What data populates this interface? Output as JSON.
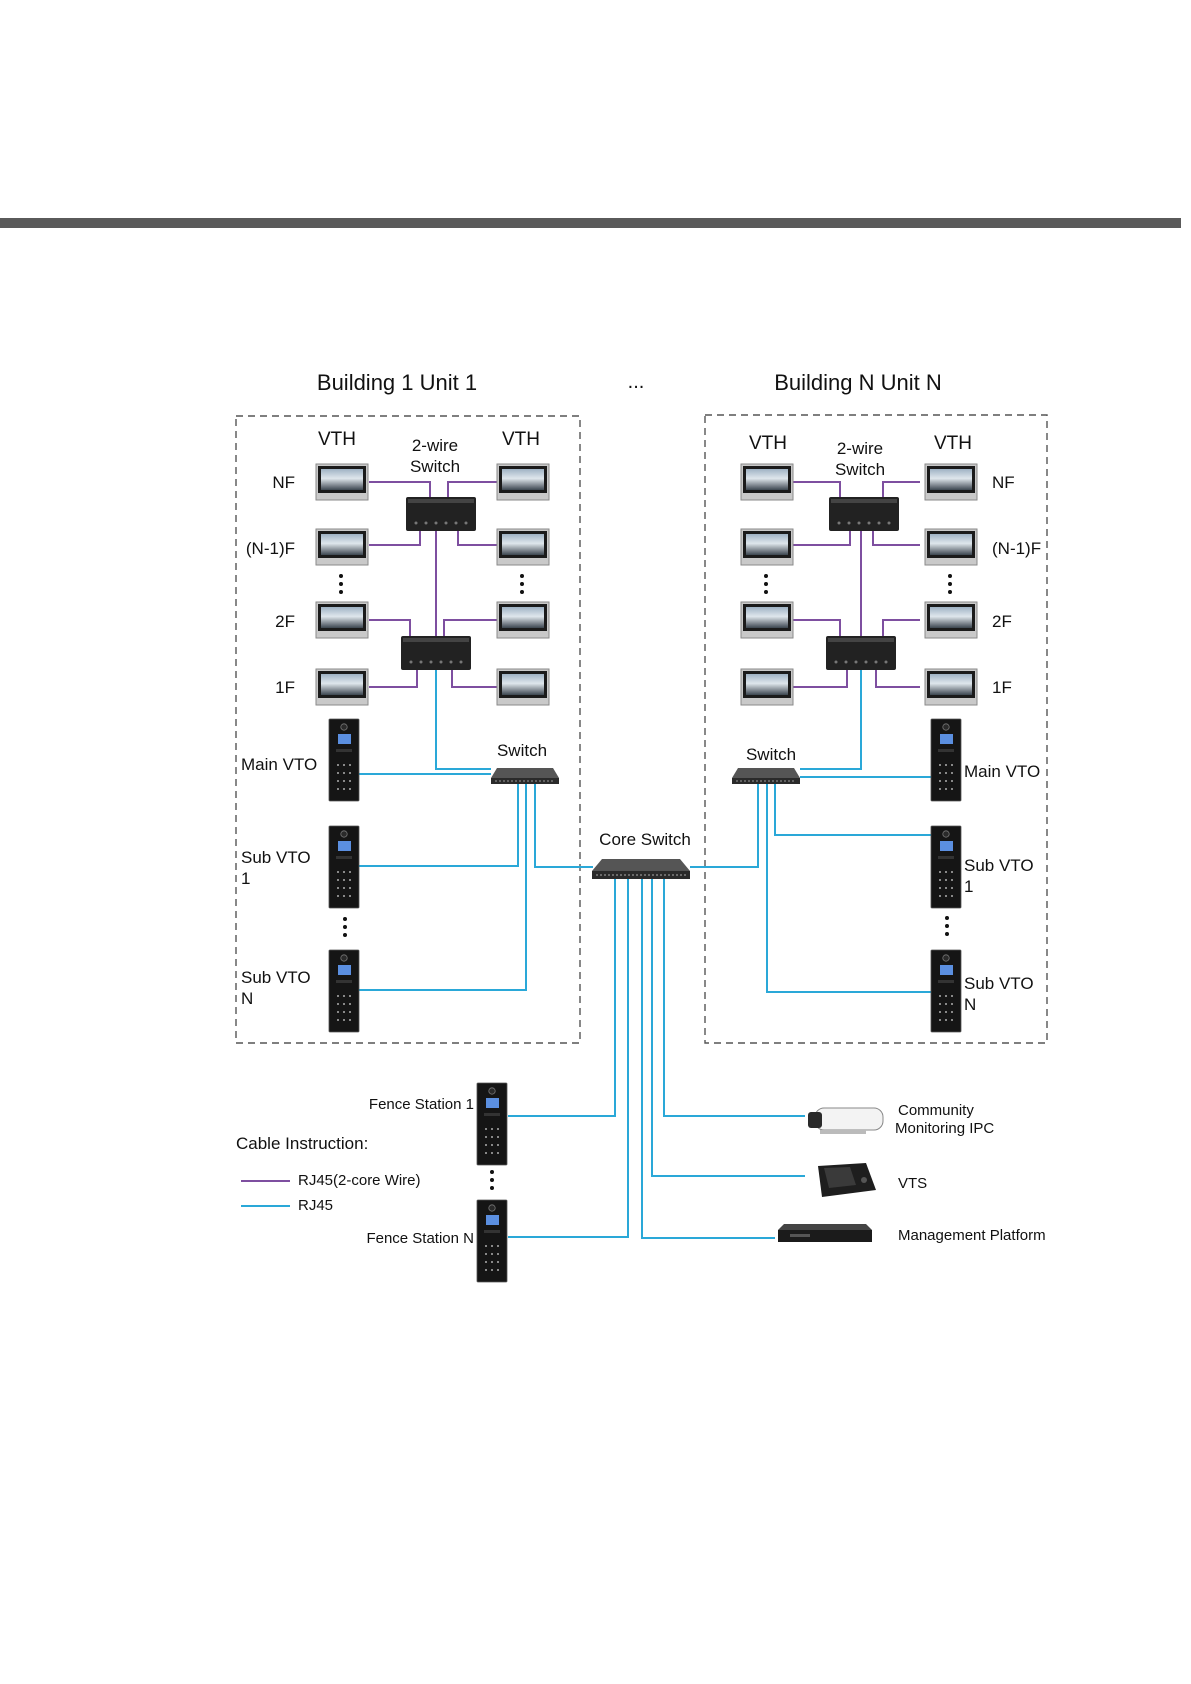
{
  "building1": {
    "title": "Building 1 Unit 1",
    "vth_left": "VTH",
    "vth_right": "VTH",
    "two_wire_line1": "2-wire",
    "two_wire_line2": "Switch",
    "floor_nf": "NF",
    "floor_n1": "(N-1)F",
    "floor_2": "2F",
    "floor_1": "1F",
    "switch": "Switch",
    "main_vto": "Main VTO",
    "sub_vto1_line1": "Sub VTO",
    "sub_vto1_line2": "1",
    "sub_vton_line1": "Sub VTO",
    "sub_vton_line2": "N"
  },
  "ellipsis": "...",
  "buildingN": {
    "title": "Building N Unit N",
    "vth_left": "VTH",
    "vth_right": "VTH",
    "two_wire_line1": "2-wire",
    "two_wire_line2": "Switch",
    "floor_nf": "NF",
    "floor_n1": "(N-1)F",
    "floor_2": "2F",
    "floor_1": "1F",
    "switch": "Switch",
    "main_vto": "Main VTO",
    "sub_vto1_line1": "Sub VTO",
    "sub_vto1_line2": "1",
    "sub_vton_line1": "Sub VTO",
    "sub_vton_line2": "N"
  },
  "core_switch": "Core Switch",
  "fence_station_1": "Fence Station 1",
  "fence_station_n": "Fence Station N",
  "ipc_line1": "Community",
  "ipc_line2": "Monitoring IPC",
  "vts": "VTS",
  "management_platform": "Management Platform",
  "legend": {
    "title": "Cable Instruction:",
    "purple_label": "RJ45(2-core Wire)",
    "blue_label": "RJ45"
  },
  "colors": {
    "purple_cable": "#7e4fa0",
    "blue_cable": "#2aa8d8",
    "header_rule": "#5a5a5a"
  }
}
